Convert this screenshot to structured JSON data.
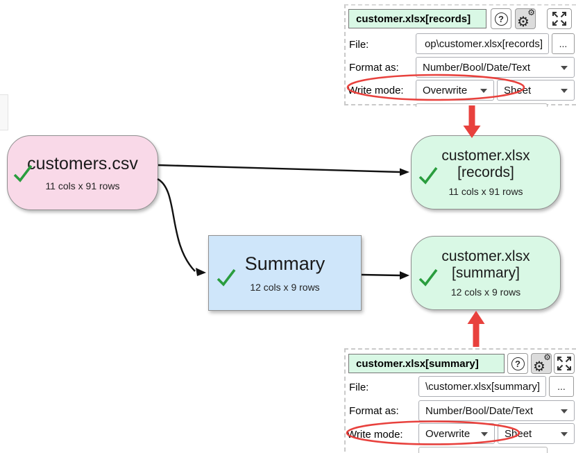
{
  "colors": {
    "source_node_fill": "#f9d9e8",
    "transform_node_fill": "#cfe6fa",
    "output_node_fill": "#d9f8e5",
    "panel_title_fill": "#d9f8e5",
    "annotation_red": "#e8413d",
    "check_green": "#2a9d3e"
  },
  "flow": {
    "source_node": {
      "title": "customers.csv",
      "stats": "11 cols x 91 rows"
    },
    "summary_node": {
      "title": "Summary",
      "stats": "12 cols x 9 rows"
    },
    "records_output_node": {
      "title_line1": "customer.xlsx",
      "title_line2": "[records]",
      "stats": "11 cols x 91 rows"
    },
    "summary_output_node": {
      "title_line1": "customer.xlsx",
      "title_line2": "[summary]",
      "stats": "12 cols x 9 rows"
    }
  },
  "records_panel": {
    "title": "customer.xlsx[records]",
    "help_glyph": "?",
    "file_label": "File:",
    "file_value": "op\\customer.xlsx[records]",
    "browse_label": "...",
    "format_label": "Format as:",
    "format_value": "Number/Bool/Date/Text",
    "write_mode_label": "Write mode:",
    "write_mode_value": "Overwrite",
    "sheet_mode_value": "Sheet"
  },
  "summary_panel": {
    "title": "customer.xlsx[summary]",
    "help_glyph": "?",
    "file_label": "File:",
    "file_value": "\\customer.xlsx[summary]",
    "browse_label": "...",
    "format_label": "Format as:",
    "format_value": "Number/Bool/Date/Text",
    "write_mode_label": "Write mode:",
    "write_mode_value": "Overwrite",
    "sheet_mode_value": "Sheet"
  }
}
